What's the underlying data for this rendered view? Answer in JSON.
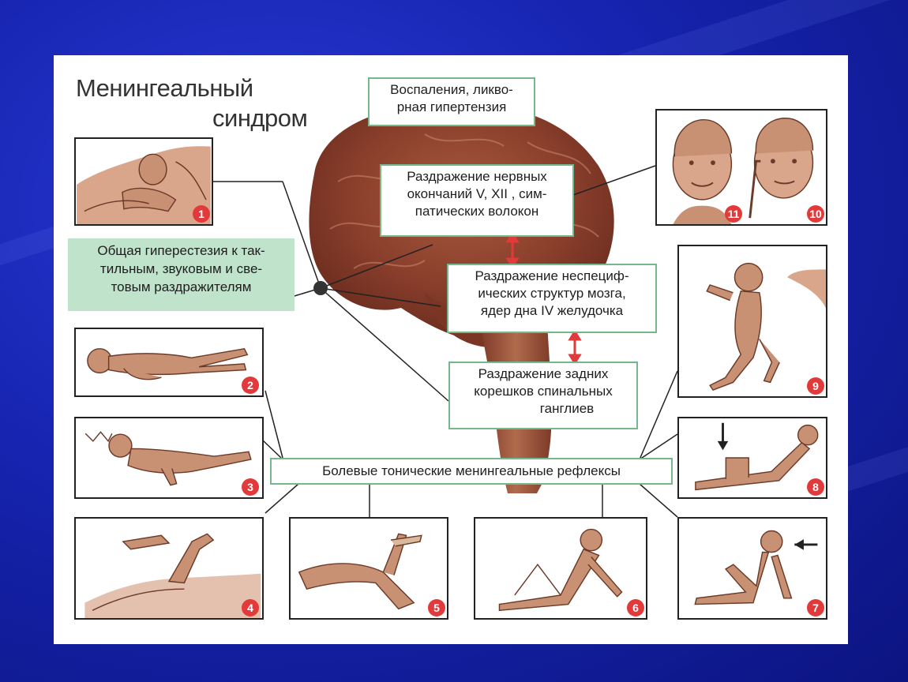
{
  "title": {
    "line1": "Менингеальный",
    "line2": "синдром"
  },
  "boxes": {
    "inflammation": [
      "Воспаления, ликво-",
      "рная гипертензия"
    ],
    "nerve_endings": [
      "Раздражение нервных",
      "окончаний V, XII , сим-",
      "патических волокон"
    ],
    "hyperesthesia": [
      "Общая гиперестезия к так-",
      "тильным, звуковым и све-",
      "товым раздражителям"
    ],
    "nonspecific": [
      "Раздражение неспециф-",
      "ических структур мозга,",
      "ядер дна IV желудочка"
    ],
    "roots": [
      "Раздражение задних",
      "корешков спинальных",
      "ганглиев"
    ],
    "reflexes": "Болевые тонические менингеальные рефлексы"
  },
  "panels": {
    "p1": "1",
    "p2": "2",
    "p3": "3",
    "p4": "4",
    "p5": "5",
    "p6": "6",
    "p7": "7",
    "p8": "8",
    "p9": "9",
    "p10": "10",
    "p11": "11"
  },
  "colors": {
    "box_border": "#74b88c",
    "green_box": "#bfe3cb",
    "badge": "#e23a3a",
    "arrow": "#e23a3a",
    "brain": "#8a3f2c",
    "figure": "#c99173"
  }
}
